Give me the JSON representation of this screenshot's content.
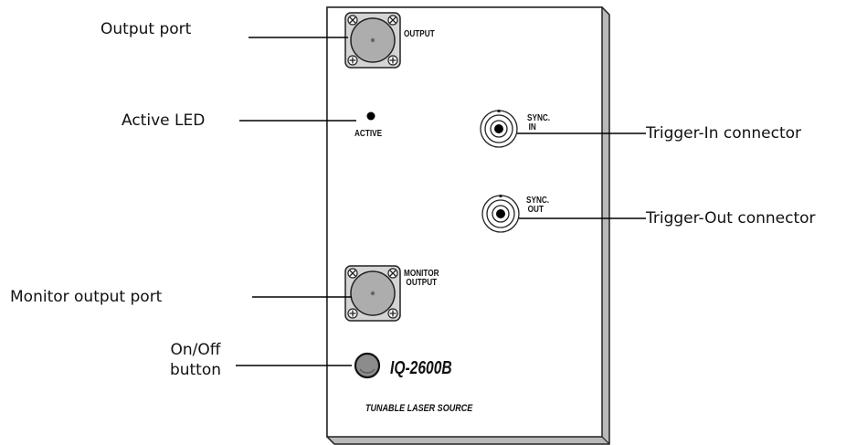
{
  "callouts": {
    "output_port": "Output port",
    "active_led": "Active LED",
    "monitor_output_port": "Monitor output port",
    "on_off_line1": "On/Off",
    "on_off_line2": "button",
    "trigger_in": "Trigger-In connector",
    "trigger_out": "Trigger-Out connector"
  },
  "panel": {
    "output_label": "OUTPUT",
    "active_label": "ACTIVE",
    "sync_in_line1": "SYNC.",
    "sync_in_line2": "IN",
    "sync_out_line1": "SYNC.",
    "sync_out_line2": "OUT",
    "monitor_line1": "MONITOR",
    "monitor_line2": "OUTPUT",
    "model": "IQ-2600B",
    "subtitle": "TUNABLE LASER SOURCE"
  }
}
